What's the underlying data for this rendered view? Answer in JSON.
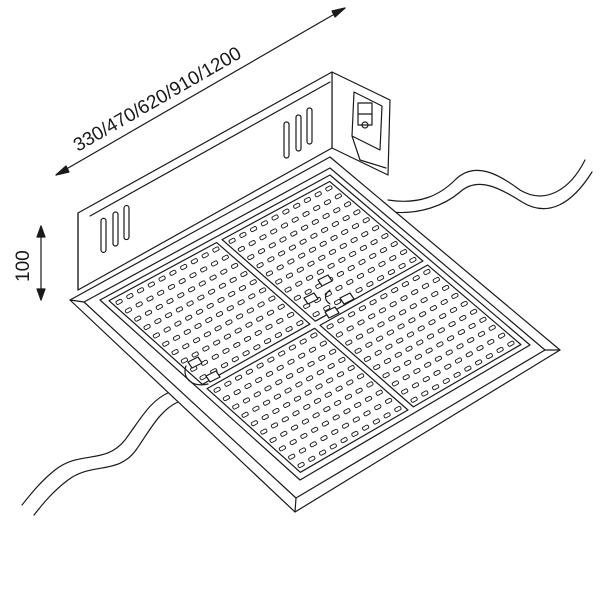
{
  "dimensions": {
    "length_label": "330/470/620/910/1200",
    "height_label": "100"
  },
  "colors": {
    "line": "#1a1a1a",
    "fill": "#ffffff"
  },
  "diagram": {
    "panel_count": 4,
    "slot_rows_per_panel": 10,
    "slot_cols_per_panel": 10
  }
}
